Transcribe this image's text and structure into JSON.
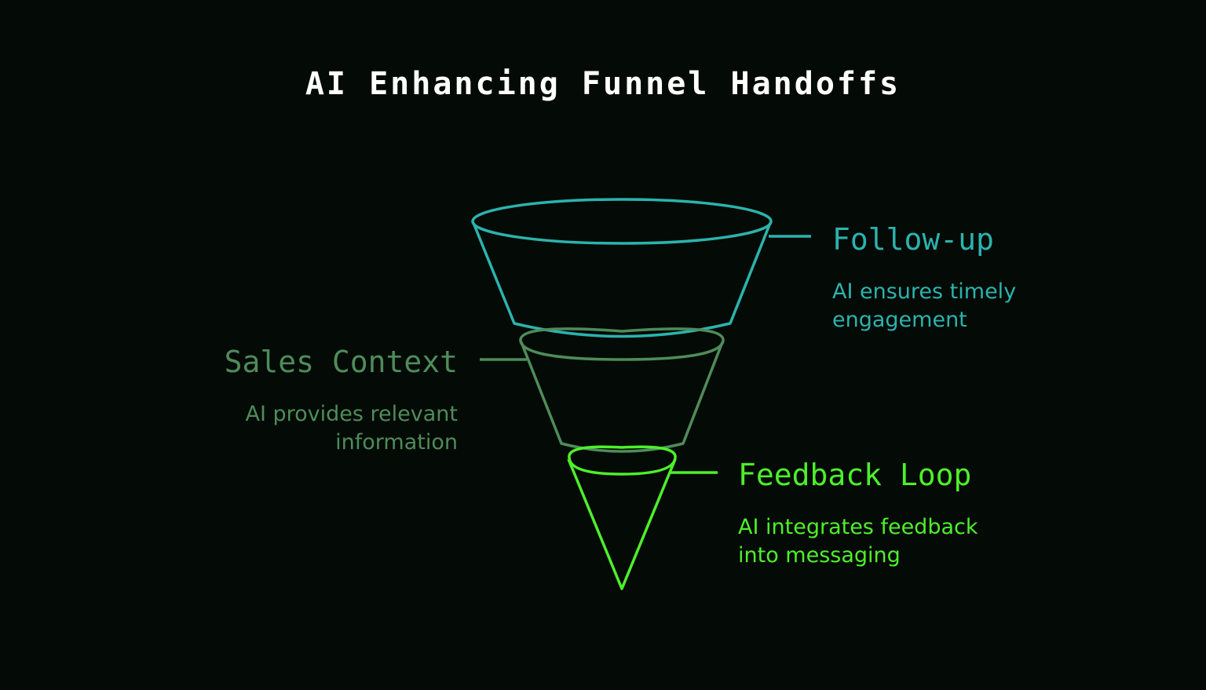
{
  "title": "AI Enhancing Funnel Handoffs",
  "colors": {
    "background": "#040a06",
    "title": "#ffffff",
    "follow_up": "#2bb3ad",
    "sales_context": "#4e8c5a",
    "feedback_loop": "#4df02a"
  },
  "stages": [
    {
      "heading": "Follow-up",
      "description": "AI ensures timely engagement"
    },
    {
      "heading": "Sales Context",
      "description": "AI provides relevant information"
    },
    {
      "heading": "Feedback Loop",
      "description": "AI integrates feedback into messaging"
    }
  ]
}
